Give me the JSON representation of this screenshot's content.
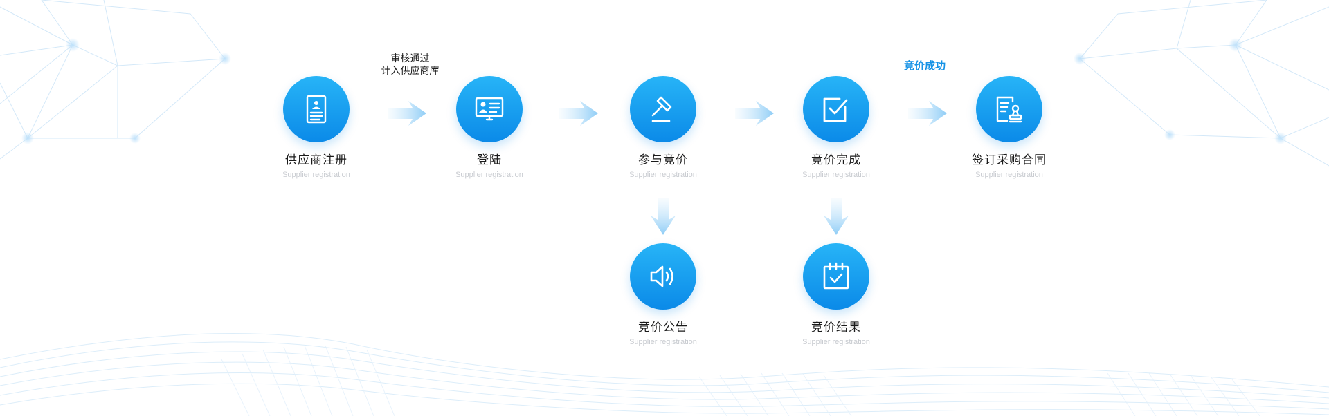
{
  "colors": {
    "accent": "#1592e6",
    "circle_top": "#27b4f7",
    "circle_bottom": "#0b8ae8",
    "subtitle": "#c8cbd0"
  },
  "steps": [
    {
      "title": "供应商注册",
      "subtitle": "Supplier registration",
      "icon": "document-icon"
    },
    {
      "title": "登陆",
      "subtitle": "Supplier registration",
      "icon": "id-card-monitor-icon"
    },
    {
      "title": "参与竞价",
      "subtitle": "Supplier registration",
      "icon": "gavel-icon"
    },
    {
      "title": "竞价完成",
      "subtitle": "Supplier registration",
      "icon": "checkbox-icon"
    },
    {
      "title": "签订采购合同",
      "subtitle": "Supplier registration",
      "icon": "contract-stamp-icon"
    },
    {
      "title": "竞价公告",
      "subtitle": "Supplier registration",
      "icon": "speaker-icon"
    },
    {
      "title": "竞价结果",
      "subtitle": "Supplier registration",
      "icon": "calendar-check-icon"
    }
  ],
  "notes": {
    "review_line1": "审核通过",
    "review_line2": "计入供应商库",
    "success": "竞价成功"
  }
}
